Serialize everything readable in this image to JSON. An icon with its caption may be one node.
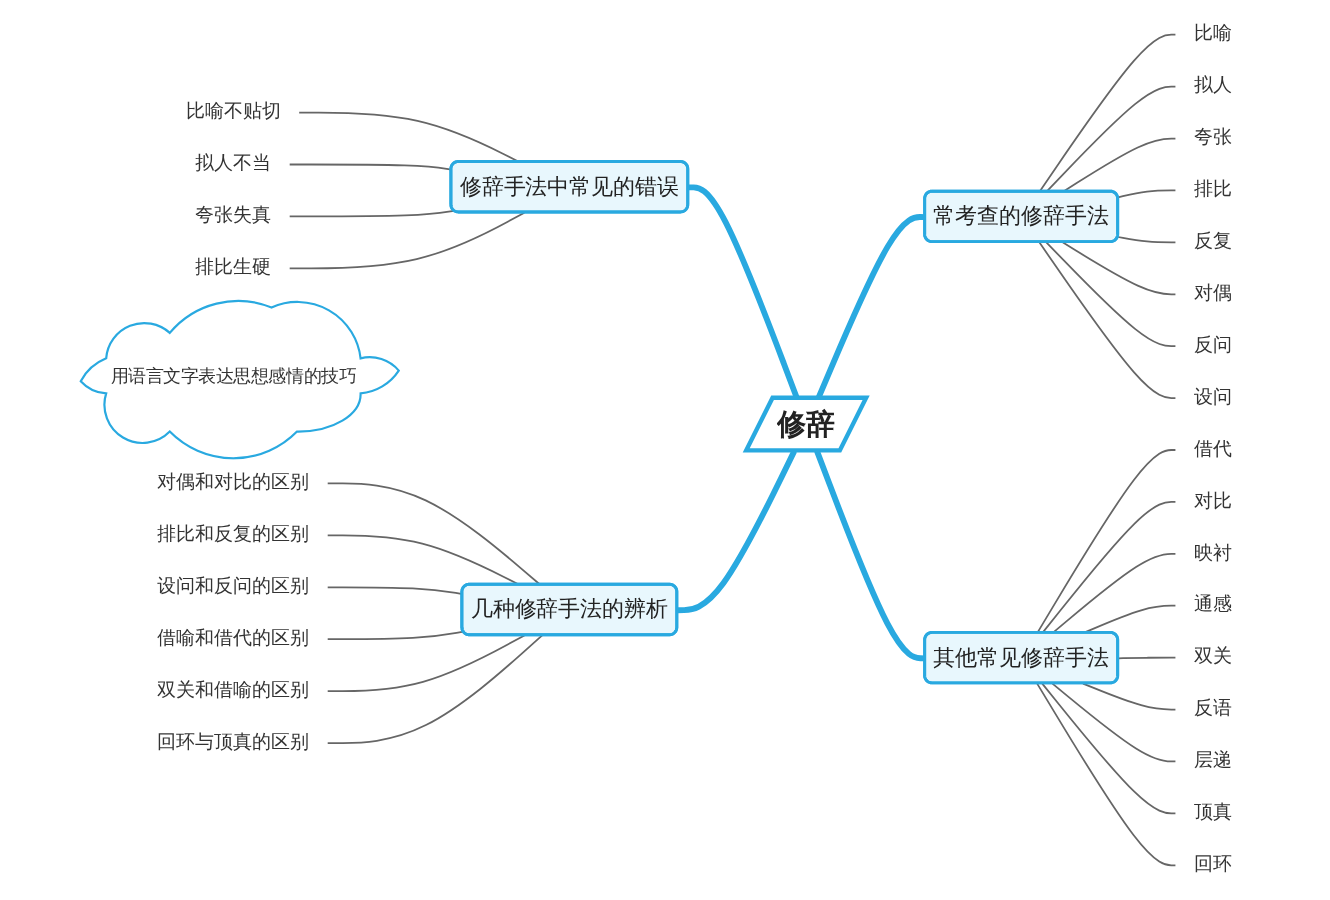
{
  "diagram": {
    "nodes": [
      {
        "text": [
          "修辞手法中常见的错误"
        ]
      },
      {
        "text": [
          "比喻不贴切"
        ]
      },
      {
        "text": [
          "拟人不当"
        ]
      },
      {
        "text": [
          "夸张失真"
        ]
      },
      {
        "text": [
          "排比生硬"
        ]
      },
      {
        "text": [
          "常考查的修辞手法"
        ]
      },
      {
        "text": [
          "比喻"
        ]
      },
      {
        "text": [
          "拟人"
        ]
      },
      {
        "text": [
          "夸张"
        ]
      },
      {
        "text": [
          "排比"
        ]
      },
      {
        "text": [
          "反复"
        ]
      },
      {
        "text": [
          "对偶"
        ]
      },
      {
        "text": [
          "反问"
        ]
      },
      {
        "text": [
          "设问"
        ]
      },
      {
        "text": [
          "用语言文字表达思想感情的技巧"
        ]
      },
      {
        "text": [
          "修辞"
        ]
      },
      {
        "text": [
          "几种修辞手法的辨析"
        ]
      },
      {
        "text": [
          "对偶和对比的区别"
        ]
      },
      {
        "text": [
          "排比和反复的区别"
        ]
      },
      {
        "text": [
          "设问和反问的区别"
        ]
      },
      {
        "text": [
          "借喻和借代的区别"
        ]
      },
      {
        "text": [
          "双关和借喻的区别"
        ]
      },
      {
        "text": [
          "回环与顶真的区别"
        ]
      },
      {
        "text": [
          "其他常见修辞手法"
        ]
      },
      {
        "text": [
          "借代"
        ]
      },
      {
        "text": [
          "对比"
        ]
      },
      {
        "text": [
          "映衬"
        ]
      },
      {
        "text": [
          "通感"
        ]
      },
      {
        "text": [
          "双关"
        ]
      },
      {
        "text": [
          "反语"
        ]
      },
      {
        "text": [
          "层递"
        ]
      },
      {
        "text": [
          "顶真"
        ]
      },
      {
        "text": [
          "回环"
        ]
      }
    ],
    "edges": [
      {
        "from": 1,
        "to": 0,
        "arrow": "none"
      },
      {
        "from": 2,
        "to": 0,
        "arrow": "none"
      },
      {
        "from": 3,
        "to": 0,
        "arrow": "none"
      },
      {
        "from": 4,
        "to": 0,
        "arrow": "none"
      },
      {
        "from": 0,
        "to": 15,
        "arrow": "none",
        "style": "thick",
        "color": "#29a9e0"
      },
      {
        "from": 15,
        "to": 5,
        "arrow": "none",
        "style": "thick",
        "color": "#29a9e0"
      },
      {
        "from": 5,
        "to": 6,
        "arrow": "none"
      },
      {
        "from": 5,
        "to": 7,
        "arrow": "none"
      },
      {
        "from": 5,
        "to": 8,
        "arrow": "none"
      },
      {
        "from": 5,
        "to": 9,
        "arrow": "none"
      },
      {
        "from": 5,
        "to": 10,
        "arrow": "none"
      },
      {
        "from": 5,
        "to": 11,
        "arrow": "none"
      },
      {
        "from": 5,
        "to": 12,
        "arrow": "none"
      },
      {
        "from": 5,
        "to": 13,
        "arrow": "none"
      },
      {
        "from": 17,
        "to": 16,
        "arrow": "none"
      },
      {
        "from": 18,
        "to": 16,
        "arrow": "none"
      },
      {
        "from": 19,
        "to": 16,
        "arrow": "none"
      },
      {
        "from": 20,
        "to": 16,
        "arrow": "none"
      },
      {
        "from": 21,
        "to": 16,
        "arrow": "none"
      },
      {
        "from": 22,
        "to": 16,
        "arrow": "none"
      },
      {
        "from": 16,
        "to": 15,
        "arrow": "none",
        "style": "thick",
        "color": "#29a9e0"
      },
      {
        "from": 15,
        "to": 23,
        "arrow": "none",
        "style": "thick",
        "color": "#29a9e0"
      },
      {
        "from": 23,
        "to": 24,
        "arrow": "none"
      },
      {
        "from": 23,
        "to": 25,
        "arrow": "none"
      },
      {
        "from": 23,
        "to": 26,
        "arrow": "none"
      },
      {
        "from": 23,
        "to": 27,
        "arrow": "none"
      },
      {
        "from": 23,
        "to": 28,
        "arrow": "none"
      },
      {
        "from": 23,
        "to": 29,
        "arrow": "none"
      },
      {
        "from": 23,
        "to": 30,
        "arrow": "none"
      },
      {
        "from": 23,
        "to": 31,
        "arrow": "none"
      },
      {
        "from": 23,
        "to": 32,
        "arrow": "none"
      }
    ]
  }
}
